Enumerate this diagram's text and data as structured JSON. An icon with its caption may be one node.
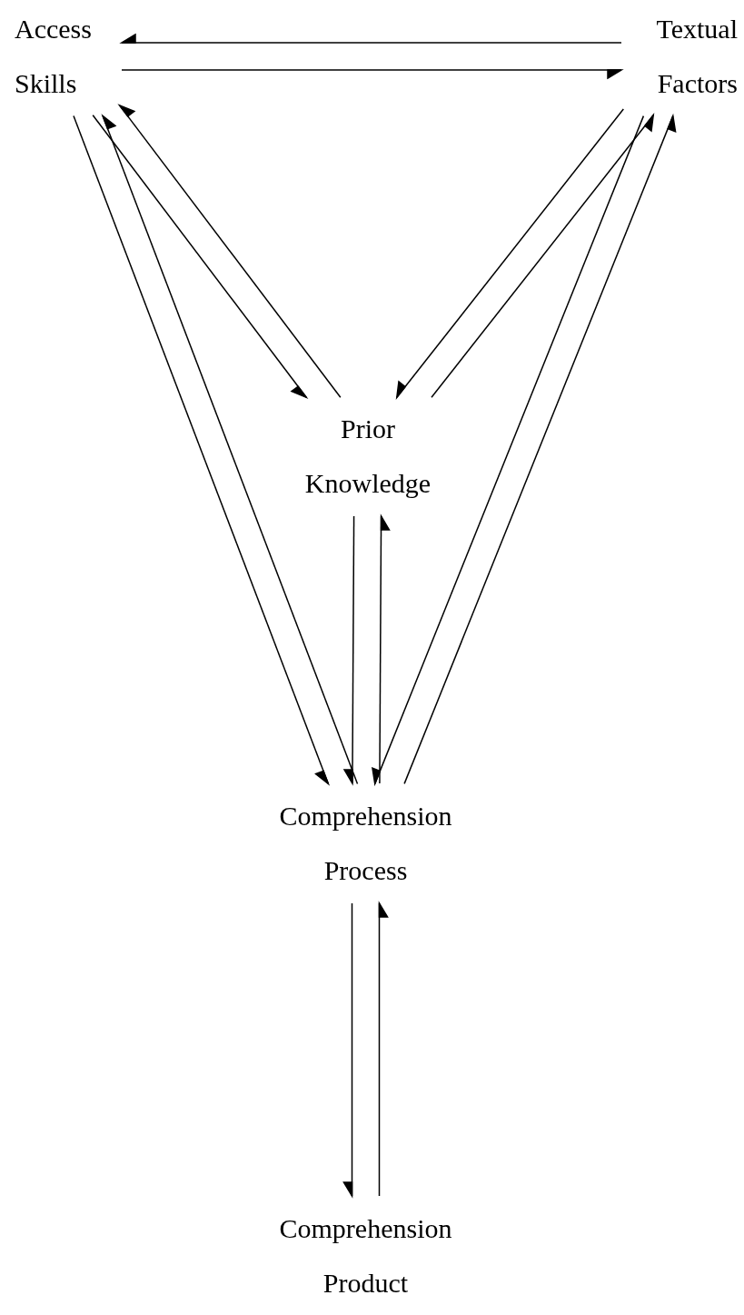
{
  "diagram": {
    "nodes": [
      {
        "text": [
          "Access Skills"
        ]
      },
      {
        "text": [
          "Textual Factors"
        ]
      },
      {
        "text": [
          "Prior Knowledge"
        ]
      },
      {
        "text": [
          "Comprehension Process"
        ]
      },
      {
        "text": [
          "Comprehension Product"
        ]
      }
    ],
    "edges": [
      {
        "from": 0,
        "to": 1,
        "arrow": "to"
      },
      {
        "from": 1,
        "to": 0,
        "arrow": "to"
      },
      {
        "from": 0,
        "to": 2,
        "arrow": "to"
      },
      {
        "from": 2,
        "to": 0,
        "arrow": "to"
      },
      {
        "from": 2,
        "to": 1,
        "arrow": "to"
      },
      {
        "from": 1,
        "to": 2,
        "arrow": "to"
      },
      {
        "from": 0,
        "to": 3,
        "arrow": "to"
      },
      {
        "from": 3,
        "to": 0,
        "arrow": "to"
      },
      {
        "from": 1,
        "to": 3,
        "arrow": "to"
      },
      {
        "from": 3,
        "to": 1,
        "arrow": "to"
      },
      {
        "from": 2,
        "to": 3,
        "arrow": "to"
      },
      {
        "from": 3,
        "to": 2,
        "arrow": "to"
      },
      {
        "from": 3,
        "to": 4,
        "arrow": "to"
      },
      {
        "from": 4,
        "to": 3,
        "arrow": "to"
      }
    ]
  }
}
